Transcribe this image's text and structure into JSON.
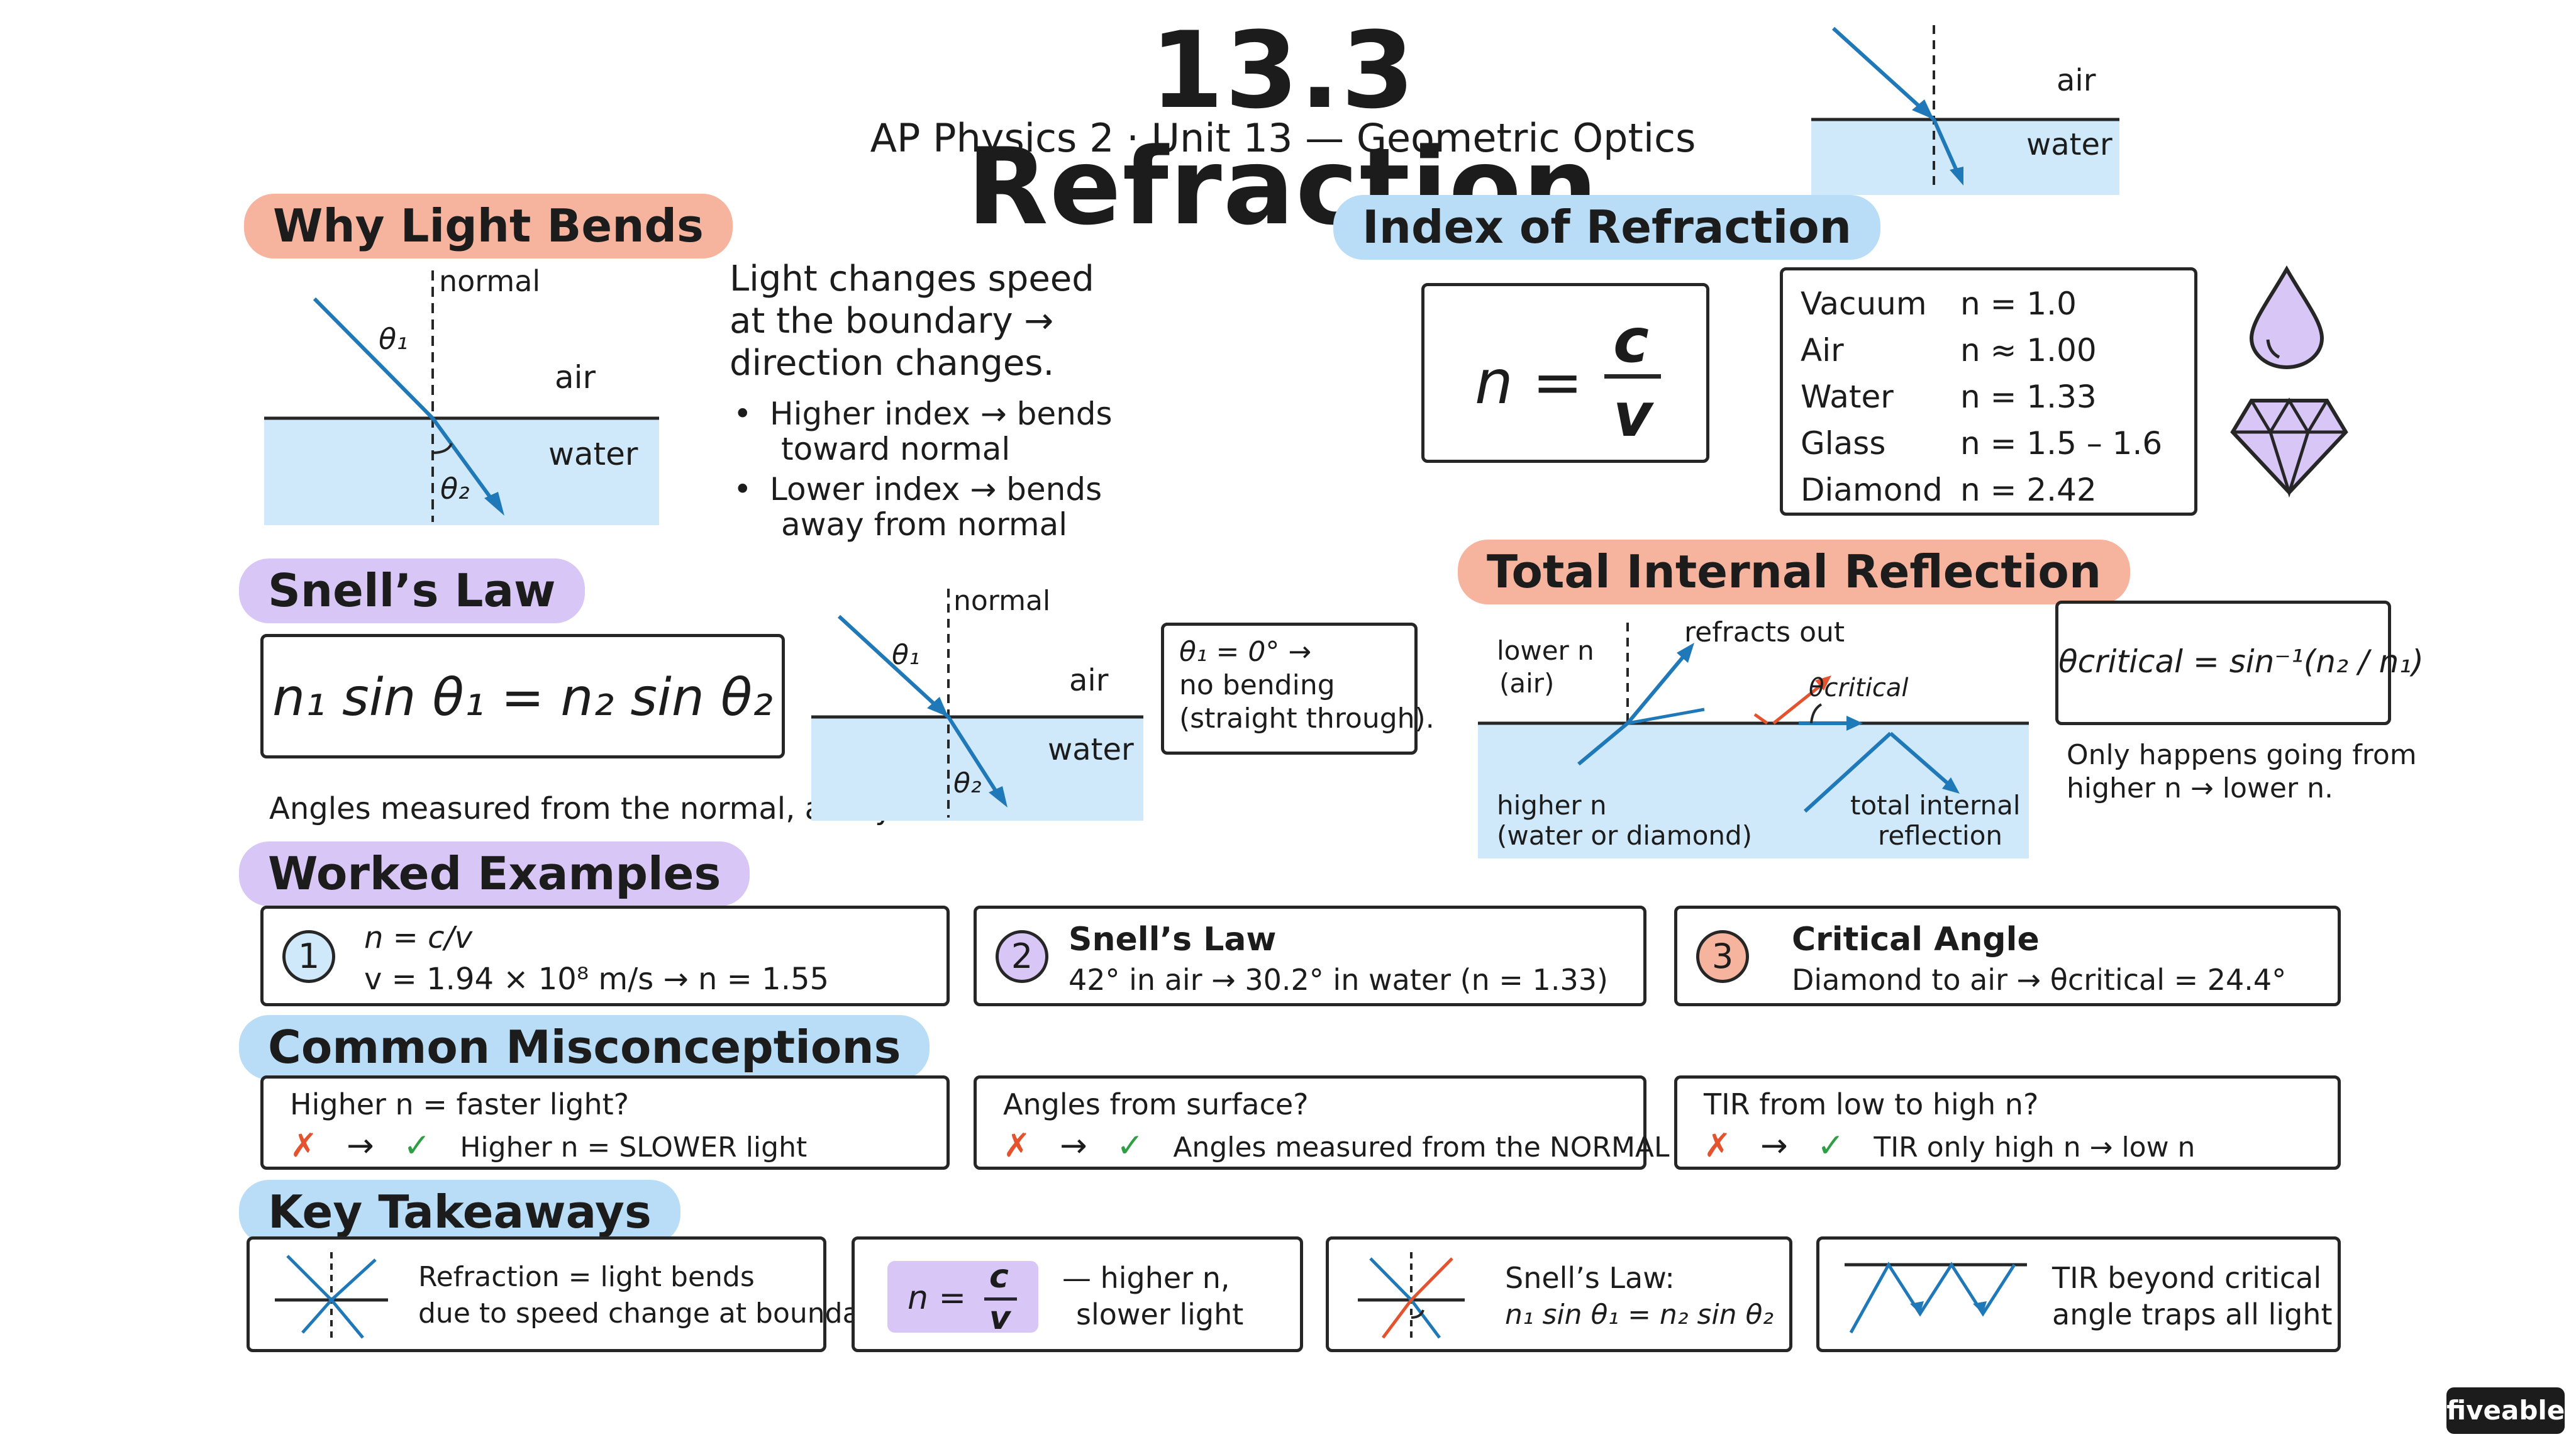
{
  "header": {
    "title": "13.3 Refraction",
    "subtitle": "AP Physics 2 · Unit 13 — Geometric Optics",
    "corner_diagram": {
      "top_label": "air",
      "bottom_label": "water"
    }
  },
  "why_light_bends": {
    "heading": "Why Light Bends",
    "diagram": {
      "normal_label": "normal",
      "theta1": "θ₁",
      "theta2": "θ₂",
      "top_label": "air",
      "bottom_label": "water"
    },
    "intro_lines": [
      "Light changes speed",
      "at the boundary →",
      "direction changes."
    ],
    "bullets": [
      {
        "line1": "Higher index → bends",
        "line2": "toward normal"
      },
      {
        "line1": "Lower index → bends",
        "line2": "away from normal"
      }
    ]
  },
  "index_of_refraction": {
    "heading": "Index of Refraction",
    "formula": {
      "lhs": "n =",
      "numerator": "c",
      "denominator": "v"
    },
    "table": [
      {
        "material": "Vacuum",
        "value": "n = 1.0"
      },
      {
        "material": "Air",
        "value": "n ≈ 1.00"
      },
      {
        "material": "Water",
        "value": "n = 1.33"
      },
      {
        "material": "Glass",
        "value": "n = 1.5 – 1.6"
      },
      {
        "material": "Diamond",
        "value": "n = 2.42"
      }
    ],
    "icons": [
      "water-drop-icon",
      "diamond-icon"
    ]
  },
  "snells_law": {
    "heading": "Snell’s Law",
    "formula": "n₁ sin θ₁ = n₂ sin θ₂",
    "note": "Angles measured from the normal, always.",
    "diagram": {
      "normal_label": "normal",
      "theta1": "θ₁",
      "theta2": "θ₂",
      "top_label": "air",
      "bottom_label": "water"
    },
    "zero_case": [
      "θ₁ = 0° →",
      "no bending",
      "(straight through)."
    ]
  },
  "tir": {
    "heading": "Total Internal Reflection",
    "diagram": {
      "lower_n": [
        "lower n",
        "(air)"
      ],
      "refracts_out": "refracts out",
      "theta_critical": "θcritical",
      "higher_n": [
        "higher n",
        "(water or diamond)"
      ],
      "tir_label": [
        "total internal",
        "reflection"
      ]
    },
    "formula": "θcritical = sin⁻¹(n₂ / n₁)",
    "note": [
      "Only happens going from",
      "higher n → lower n."
    ]
  },
  "worked_examples": {
    "heading": "Worked Examples",
    "items": [
      {
        "num": "1",
        "line1": "n = c/v",
        "line2": "v = 1.94 × 10⁸ m/s → n = 1.55",
        "color": "#cfe9fa"
      },
      {
        "num": "2",
        "line1": "Snell’s Law",
        "line2": "42° in air → 30.2° in water (n = 1.33)",
        "color": "#d8c6f6"
      },
      {
        "num": "3",
        "line1": "Critical Angle",
        "line2": "Diamond to air → θcritical = 24.4°",
        "color": "#f6b49f"
      }
    ]
  },
  "misconceptions": {
    "heading": "Common Misconceptions",
    "items": [
      {
        "question": "Higher n = faster light?",
        "answer": "Higher n = SLOWER light"
      },
      {
        "question": "Angles from surface?",
        "answer": "Angles measured from the NORMAL"
      },
      {
        "question": "TIR from low to high n?",
        "answer": "TIR only high n → low n"
      }
    ],
    "wrong_mark": "✗",
    "arrow": "→",
    "right_mark": "✓"
  },
  "takeaways": {
    "heading": "Key Takeaways",
    "items": [
      {
        "line1": "Refraction = light bends",
        "line2": "due to speed change at boundary"
      },
      {
        "formula_lhs": "n =",
        "numerator": "c",
        "denominator": "v",
        "line1": "— higher n,",
        "line2": "slower light"
      },
      {
        "line1": "Snell’s Law:",
        "line2": "n₁ sin θ₁ = n₂ sin θ₂"
      },
      {
        "line1": "TIR beyond critical",
        "line2": "angle traps all light"
      }
    ]
  },
  "brand": {
    "logo": "fiveable"
  },
  "colors": {
    "ray": "#1f78b8",
    "water": "#cfe9fa",
    "orange": "#f6b49f",
    "blue": "#b9ddf6",
    "purple": "#d8c6f6",
    "crit_ray": "#e4532e"
  }
}
